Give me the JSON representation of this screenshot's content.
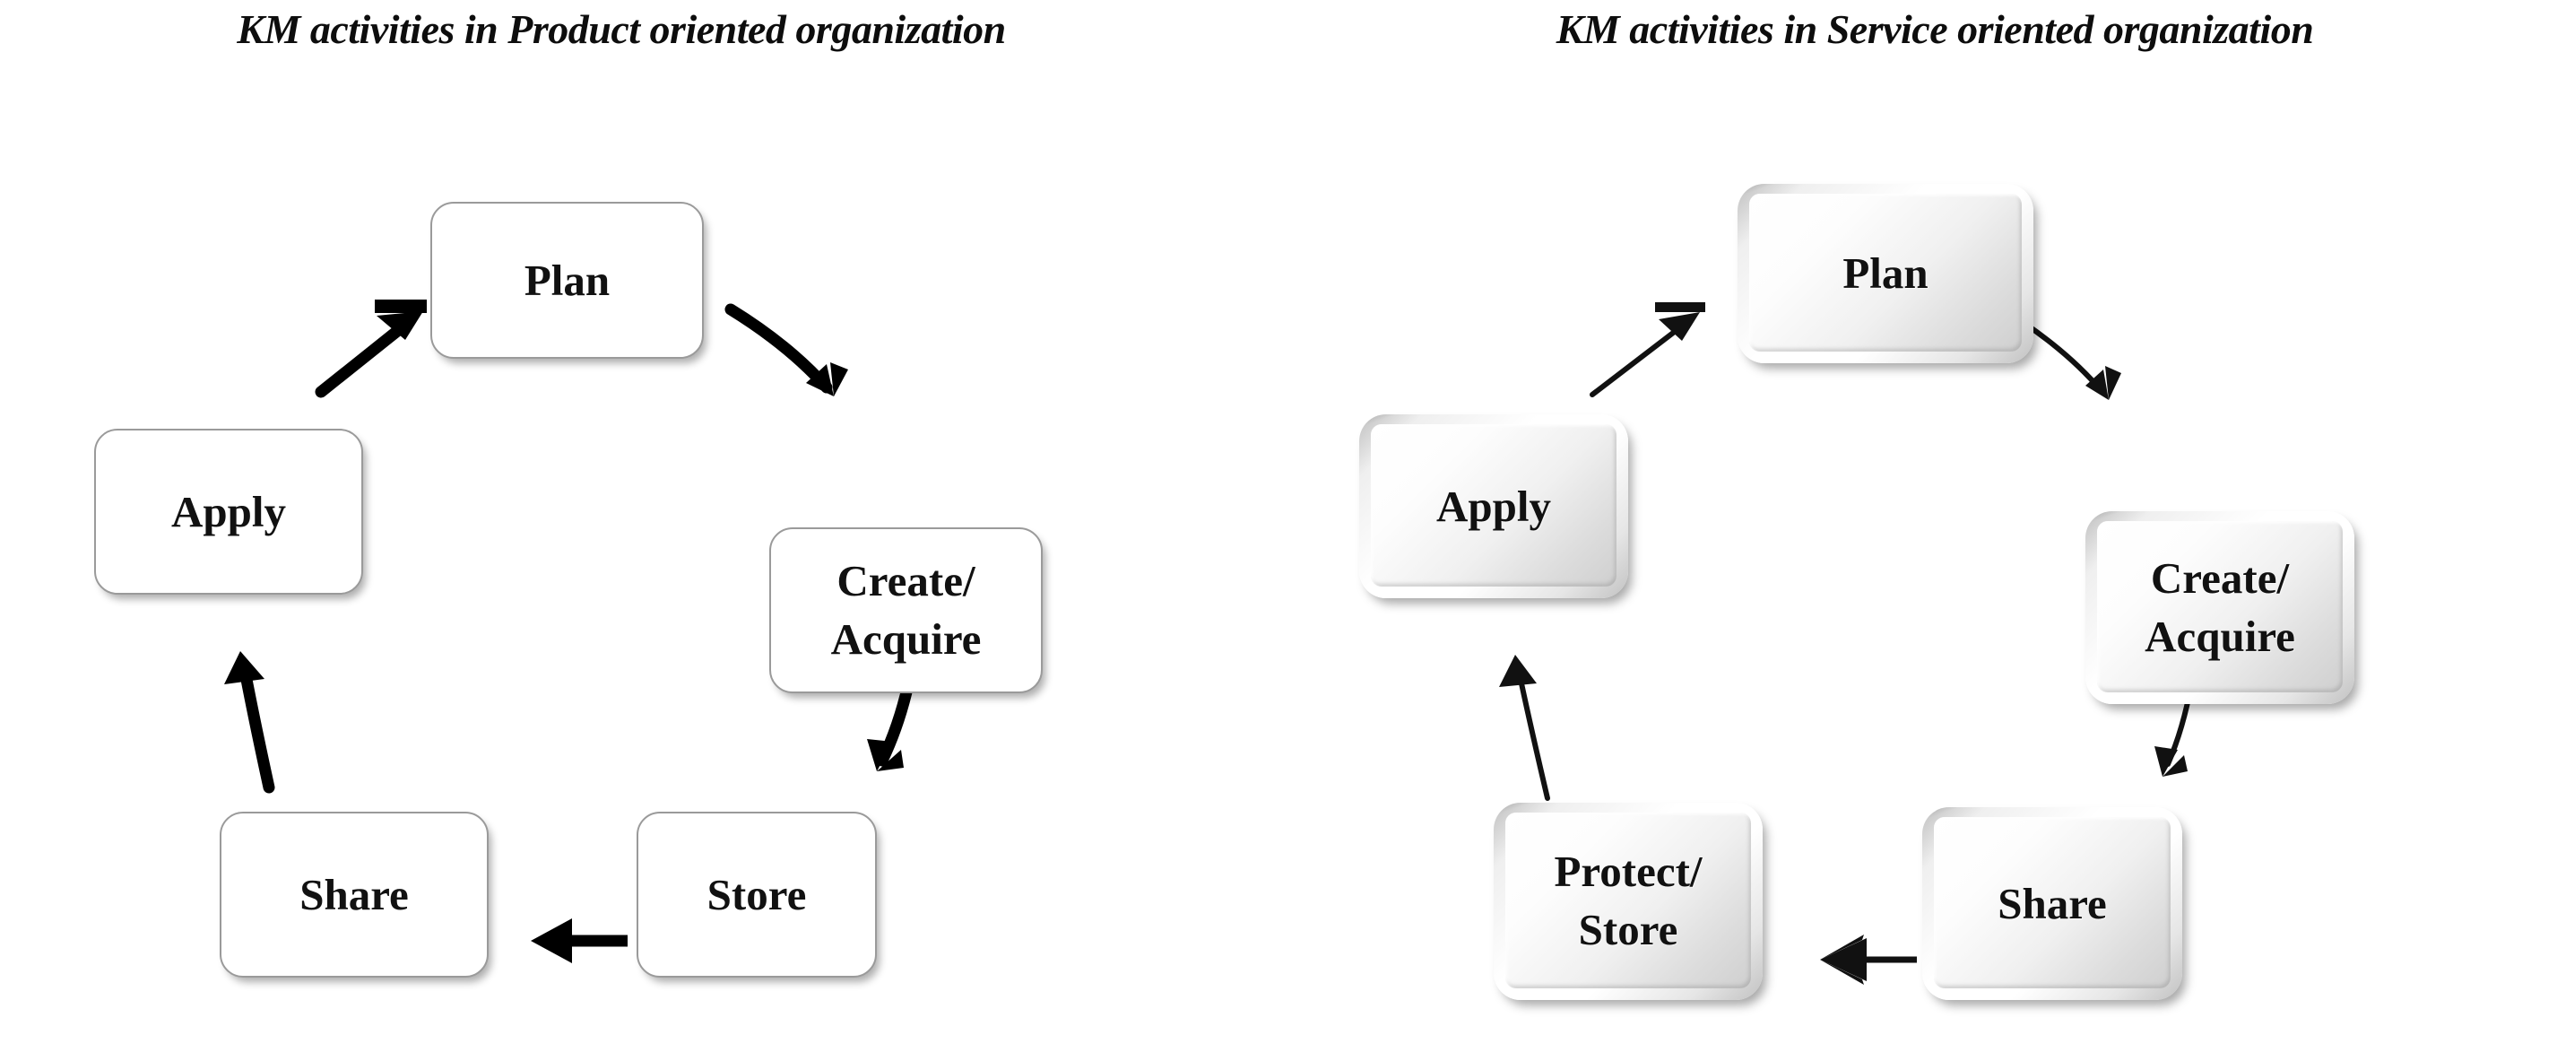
{
  "figure": {
    "type": "two-cycle-diagram",
    "background_color": "#ffffff",
    "text_color": "#111111"
  },
  "panels": [
    {
      "id": "product",
      "title": "KM activities in Product oriented organization",
      "node_style": "flat-white-rounded-box",
      "node_border_color": "#9a9a9a",
      "node_fill_color": "#ffffff",
      "arrow_color": "#000000",
      "arrow_weight": "thick",
      "nodes": [
        {
          "id": "plan",
          "label_lines": [
            "Plan"
          ]
        },
        {
          "id": "create",
          "label_lines": [
            "Create/",
            "Acquire"
          ]
        },
        {
          "id": "store",
          "label_lines": [
            "Store"
          ]
        },
        {
          "id": "share",
          "label_lines": [
            "Share"
          ]
        },
        {
          "id": "apply",
          "label_lines": [
            "Apply"
          ]
        }
      ],
      "flow": [
        {
          "from": "plan",
          "to": "create",
          "direction": "down-right"
        },
        {
          "from": "create",
          "to": "store",
          "direction": "down"
        },
        {
          "from": "store",
          "to": "share",
          "direction": "left"
        },
        {
          "from": "share",
          "to": "apply",
          "direction": "up"
        },
        {
          "from": "apply",
          "to": "plan",
          "direction": "up-right"
        }
      ]
    },
    {
      "id": "service",
      "title": "KM activities in Service oriented organization",
      "node_style": "beveled-glossy-gray-button",
      "node_border_color": "#c2c2c2",
      "node_fill_color": "#ececec",
      "arrow_color": "#000000",
      "arrow_weight": "thin",
      "nodes": [
        {
          "id": "plan",
          "label_lines": [
            "Plan"
          ]
        },
        {
          "id": "create",
          "label_lines": [
            "Create/",
            "Acquire"
          ]
        },
        {
          "id": "share",
          "label_lines": [
            "Share"
          ]
        },
        {
          "id": "protect",
          "label_lines": [
            "Protect/",
            "Store"
          ]
        },
        {
          "id": "apply",
          "label_lines": [
            "Apply"
          ]
        }
      ],
      "flow": [
        {
          "from": "plan",
          "to": "create",
          "direction": "down-right"
        },
        {
          "from": "create",
          "to": "share",
          "direction": "down"
        },
        {
          "from": "share",
          "to": "protect",
          "direction": "left"
        },
        {
          "from": "protect",
          "to": "apply",
          "direction": "up"
        },
        {
          "from": "apply",
          "to": "plan",
          "direction": "up-right"
        }
      ]
    }
  ]
}
